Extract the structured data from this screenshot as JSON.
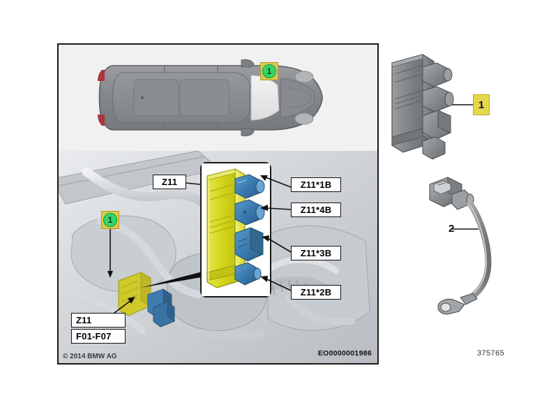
{
  "document": {
    "copyright": "© 2014 BMW AG",
    "diagram_code": "EO0000001986",
    "part_number": "375765"
  },
  "vehicle_view": {
    "marker_label": "1"
  },
  "engine_bay": {
    "marker_label": "1",
    "module_label": "Z11",
    "component_label": "Z11",
    "fuse_range_label": "F01-F07"
  },
  "detail_inset": {
    "connectors": [
      {
        "label": "Z11*1B"
      },
      {
        "label": "Z11*4B"
      },
      {
        "label": "Z11*3B"
      },
      {
        "label": "Z11*2B"
      }
    ]
  },
  "parts_legend": [
    {
      "number": "1"
    },
    {
      "number": "2"
    }
  ],
  "colors": {
    "module_yellow": "#d4d419",
    "connector_blue": "#3a7ab0",
    "marker_green": "#36d469",
    "callout_yellow": "#e5d74b",
    "frame_black": "#1a1a1a"
  }
}
